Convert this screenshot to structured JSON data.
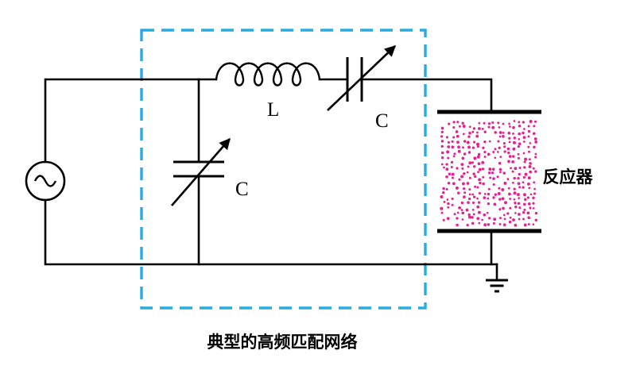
{
  "diagram": {
    "caption": "典型的高频匹配网络",
    "reactor_label": "反应器",
    "inductor_label": "L",
    "series_capacitor_label": "C",
    "shunt_capacitor_label": "C",
    "colors": {
      "wire": "#000000",
      "matching_box": "#29ABE2",
      "plasma": "#E6218F"
    }
  }
}
